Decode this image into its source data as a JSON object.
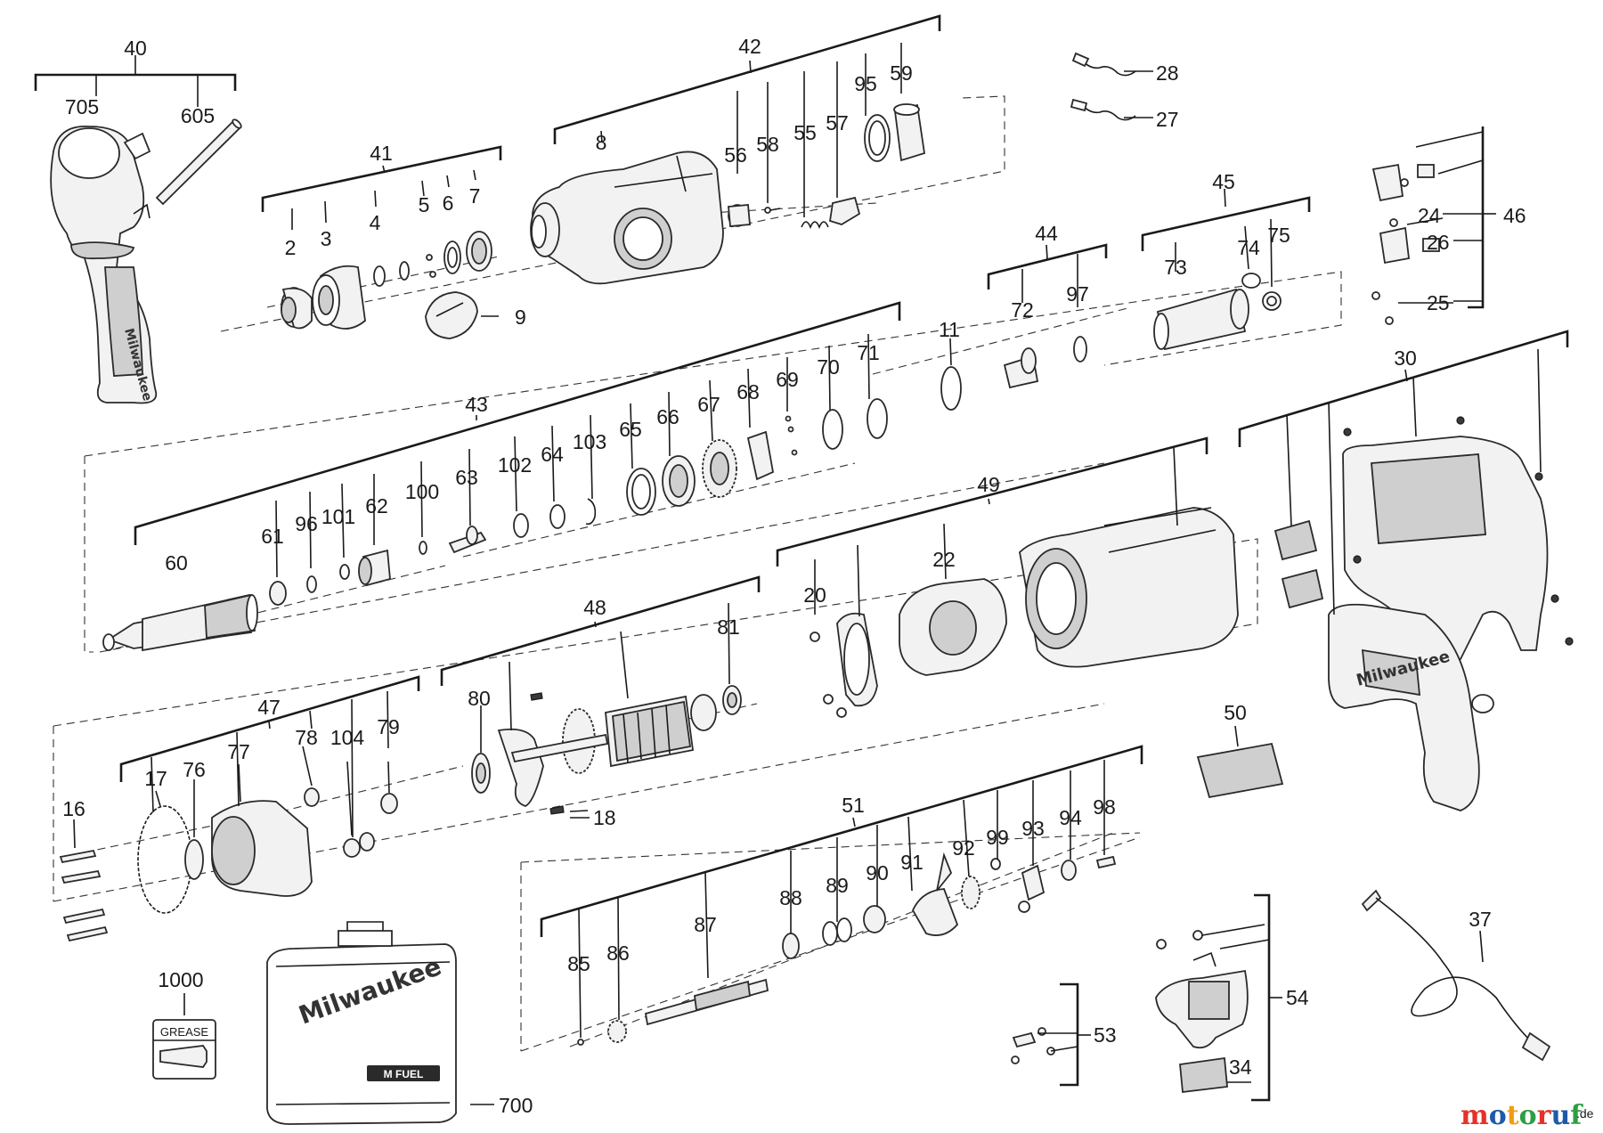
{
  "callouts": {
    "c2": "2",
    "c3": "3",
    "c4": "4",
    "c5": "5",
    "c6": "6",
    "c7": "7",
    "c8": "8",
    "c9": "9",
    "c11": "11",
    "c16": "16",
    "c17": "17",
    "c18": "18",
    "c20": "20",
    "c22": "22",
    "c24": "24",
    "c25": "25",
    "c26": "26",
    "c27": "27",
    "c28": "28",
    "c30": "30",
    "c34": "34",
    "c37": "37",
    "c40": "40",
    "c41": "41",
    "c42": "42",
    "c43": "43",
    "c44": "44",
    "c45": "45",
    "c46": "46",
    "c47": "47",
    "c48": "48",
    "c49": "49",
    "c50": "50",
    "c51": "51",
    "c53": "53",
    "c54": "54",
    "c55": "55",
    "c56": "56",
    "c57": "57",
    "c58": "58",
    "c59": "59",
    "c60": "60",
    "c61": "61",
    "c62": "62",
    "c63": "63",
    "c64": "64",
    "c65": "65",
    "c66": "66",
    "c67": "67",
    "c68": "68",
    "c69": "69",
    "c70": "70",
    "c71": "71",
    "c72": "72",
    "c73": "73",
    "c74": "74",
    "c75": "75",
    "c76": "76",
    "c77": "77",
    "c78": "78",
    "c79": "79",
    "c80": "80",
    "c81": "81",
    "c85": "85",
    "c86": "86",
    "c87": "87",
    "c88": "88",
    "c89": "89",
    "c90": "90",
    "c91": "91",
    "c92": "92",
    "c93": "93",
    "c94": "94",
    "c95": "95",
    "c96": "96",
    "c97": "97",
    "c98": "98",
    "c99": "99",
    "c100": "100",
    "c101": "101",
    "c102": "102",
    "c103": "103",
    "c104": "104",
    "c605": "605",
    "c700": "700",
    "c705": "705",
    "c1000": "1000"
  },
  "grease_label": "GREASE",
  "brand_logo_text": "Milwaukee",
  "case_badge_text": "M FUEL",
  "watermark": {
    "text": "motoruf",
    "suffix": ".de",
    "colors": [
      "#e4322b",
      "#1e5aa8",
      "#f39c12",
      "#2e9e44",
      "#e4322b",
      "#1e5aa8",
      "#2e9e44"
    ]
  },
  "colors": {
    "line": "#1a1a1a",
    "part_fill": "#f2f2f2",
    "part_shade": "#cfcfcf"
  }
}
